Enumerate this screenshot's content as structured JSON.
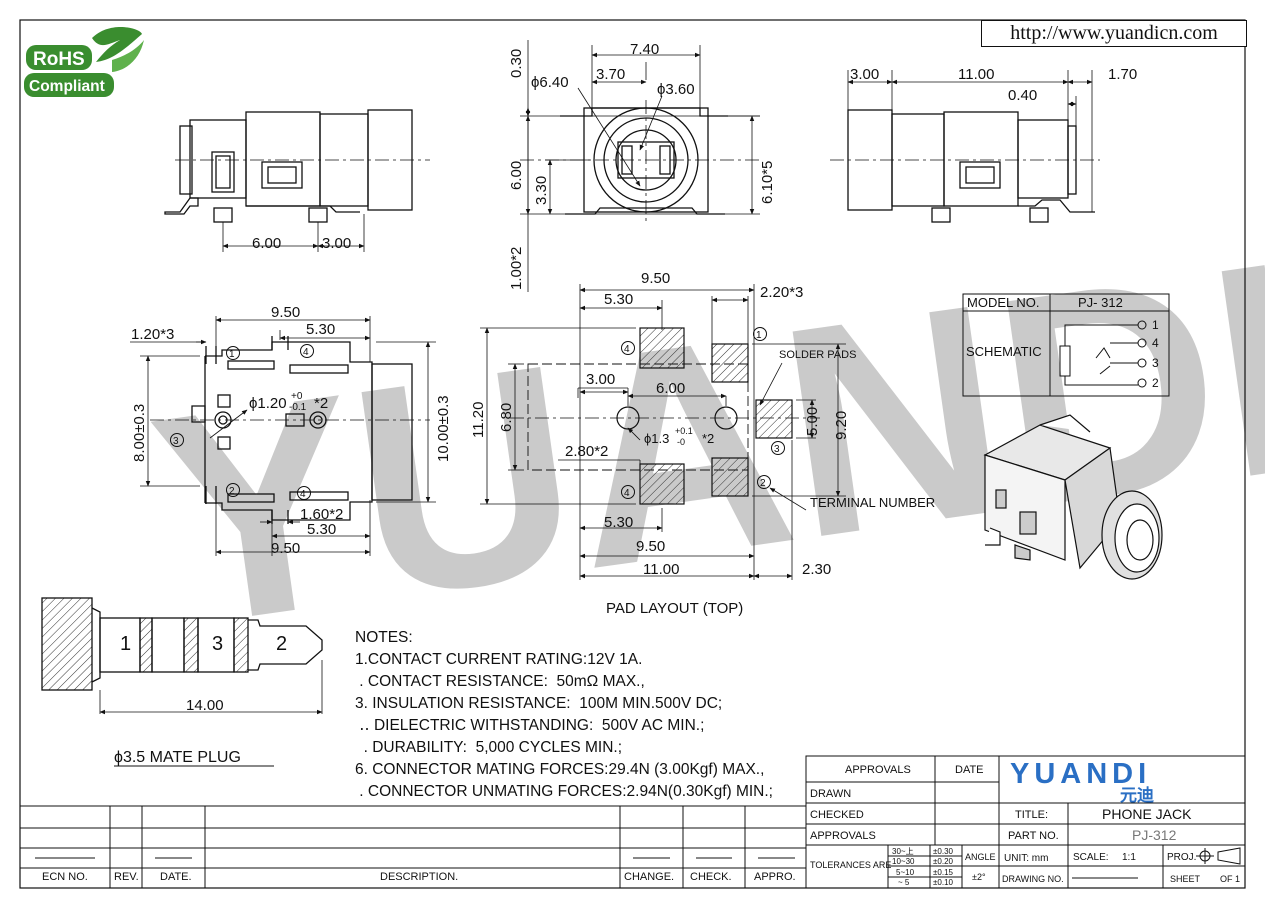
{
  "url": "http://www.yuandicn.com",
  "rohs": {
    "line1": "RoHS",
    "line2": "Compliant"
  },
  "brand": {
    "name": "YUANDI",
    "chinese": "元迪"
  },
  "views": {
    "pad_layout_caption": "PAD LAYOUT (TOP)",
    "mate_plug_caption": "ϕ3.5 MATE PLUG",
    "terminal_number_label": "TERMINAL NUMBER",
    "solder_pads_label": "SOLDER PADS"
  },
  "dimensions": {
    "front": {
      "w740": "7.40",
      "d640": "ϕ6.40",
      "w370": "3.70",
      "d360": "ϕ3.60",
      "h030": "0.30",
      "h600": "6.00",
      "h330": "3.30",
      "h100x2": "1.00*2",
      "h610x5": "6.10*5"
    },
    "left_side": {
      "w600": "6.00",
      "w300": "3.00"
    },
    "right_side": {
      "w300": "3.00",
      "w1100": "11.00",
      "w170": "1.70",
      "w040": "0.40"
    },
    "top_view": {
      "w950_top": "9.50",
      "w530_top": "5.30",
      "w120x3": "1.20*3",
      "h800": "8.00±0.3",
      "h1000": "10.00±0.3",
      "d120": "ϕ1.20",
      "d120_tol_plus": "+0",
      "d120_tol_minus": "-0.1",
      "d120_count": "*2",
      "w160x2": "1.60*2",
      "w530_bot": "5.30",
      "w950_bot": "9.50"
    },
    "pad": {
      "w950_top": "9.50",
      "w530_top": "5.30",
      "w220x3": "2.20*3",
      "h1120": "11.20",
      "h680": "6.80",
      "w300": "3.00",
      "w600": "6.00",
      "d130": "ϕ1.3",
      "d130_tol_plus": "+0.1",
      "d130_tol_minus": "-0",
      "d130_count": "*2",
      "w280x2": "2.80*2",
      "h500": "5.00",
      "h920": "9.20",
      "w530_bot": "5.30",
      "w950_bot": "9.50",
      "w1100": "11.00",
      "w230": "2.30"
    },
    "plug": {
      "seg1": "1",
      "seg3": "3",
      "seg2": "2",
      "length": "14.00"
    }
  },
  "terminal_numbers": [
    "1",
    "2",
    "3",
    "4"
  ],
  "schematic": {
    "header_left": "MODEL NO.",
    "header_right": "PJ- 312",
    "label": "SCHEMATIC",
    "pins": [
      "1",
      "4",
      "3",
      "2"
    ]
  },
  "notes": {
    "title": "NOTES:",
    "items": [
      "1.CONTACT CURRENT RATING:12V 1A.",
      " . CONTACT RESISTANCE:  50mΩ MAX.,",
      "3. INSULATION RESISTANCE:  100M MIN.500V DC;",
      " ‥ DIELECTRIC WITHSTANDING:  500V AC MIN.;",
      "  . DURABILITY:  5,000 CYCLES MIN.;",
      "6. CONNECTOR MATING FORCES:29.4N (3.00Kgf) MAX.,",
      " . CONNECTOR UNMATING FORCES:2.94N(0.30Kgf) MIN.;"
    ]
  },
  "title_block": {
    "approvals_header": "APPROVALS",
    "date_header": "DATE",
    "drawn": "DRAWN",
    "checked": "CHECKED",
    "approvals": "APPROVALS",
    "tolerances_are": "TOLERANCES ARE",
    "tol_rows": [
      {
        "range": "30~上",
        "tol": "±0.30"
      },
      {
        "range": "10~30",
        "tol": "±0.20"
      },
      {
        "range": "5~10",
        "tol": "±0.15"
      },
      {
        "range": "~ 5",
        "tol": "±0.10"
      }
    ],
    "angle_label": "ANGLE",
    "angle_value": "±2°",
    "title_label": "TITLE:",
    "title_value": "PHONE JACK",
    "part_label": "PART NO.",
    "part_value": "PJ-312",
    "unit": "UNIT:  mm",
    "scale_label": "SCALE:",
    "scale_value": "1:1",
    "proj_label": "PROJ.",
    "drawing_no": "DRAWING NO.",
    "sheet_label": "SHEET",
    "sheet_of": "OF 1"
  },
  "revision_block": {
    "headers": [
      "ECN NO.",
      "REV.",
      "DATE.",
      "DESCRIPTION.",
      "CHANGE.",
      "CHECK.",
      "APPRO."
    ]
  }
}
